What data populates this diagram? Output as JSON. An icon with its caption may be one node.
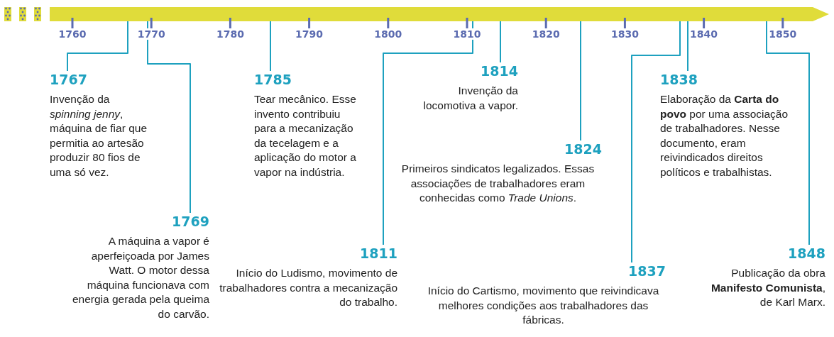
{
  "diagram": {
    "nodes": [
      {
        "text": [
          "1767",
          "Invenção da *spinning jenny*, máquina de fiar que permitia ao artesão produzir 80 fios de uma só vez."
        ]
      },
      {
        "text": [
          "1769",
          "A máquina a vapor é aperfeiçoada por James Watt. O motor dessa máquina funcionava com energia gerada pela queima do carvão."
        ]
      },
      {
        "text": [
          "1785",
          "Tear mecânico. Esse invento contribuiu para a mecanização da tecelagem e a aplicação do motor a vapor na indústria."
        ]
      },
      {
        "text": [
          "1811",
          "Início do Ludismo, movimento de trabalhadores contra a mecanização do trabalho."
        ]
      },
      {
        "text": [
          "1814",
          "Invenção da locomotiva a vapor."
        ]
      },
      {
        "text": [
          "1824",
          "Primeiros sindicatos legalizados. Essas associações de trabalhadores eram conhecidas como *Trade Unions*."
        ]
      },
      {
        "text": [
          "1837",
          "Início do Cartismo, movimento que reivindicava melhores condições aos trabalhadores das fábricas."
        ]
      },
      {
        "text": [
          "1838",
          "Elaboração da **Carta do povo** por uma associação de trabalhadores. Nesse documento, eram reivindicados direitos políticos e trabalhistas."
        ]
      },
      {
        "text": [
          "1848",
          "Publicação da obra **Manifesto Comunista**, de Karl Marx."
        ]
      }
    ],
    "edges": [
      {
        "from": 0,
        "to": null,
        "arrow": "none"
      },
      {
        "from": 1,
        "to": null,
        "arrow": "none"
      },
      {
        "from": 2,
        "to": null,
        "arrow": "none"
      },
      {
        "from": 3,
        "to": null,
        "arrow": "none"
      },
      {
        "from": 4,
        "to": null,
        "arrow": "none"
      },
      {
        "from": 5,
        "to": null,
        "arrow": "none"
      },
      {
        "from": 6,
        "to": null,
        "arrow": "none"
      },
      {
        "from": 7,
        "to": null,
        "arrow": "none"
      },
      {
        "from": 8,
        "to": null,
        "arrow": "none"
      }
    ],
    "labels": [
      "1760",
      "1770",
      "1780",
      "1790",
      "1800",
      "1810",
      "1820",
      "1830",
      "1840",
      "1850"
    ]
  }
}
